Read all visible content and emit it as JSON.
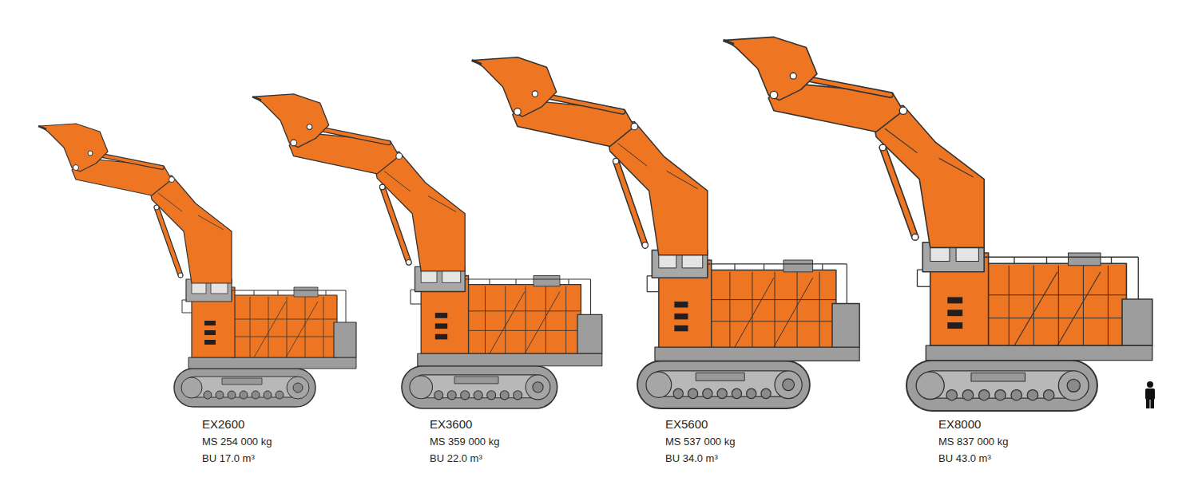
{
  "diagram": {
    "labels": [
      "EX2600",
      "MS 254 000 kg",
      "BU 17.0 m³",
      "EX3600",
      "MS 359 000 kg",
      "BU 22.0 m³",
      "EX5600",
      "MS 537 000 kg",
      "BU 34.0 m³",
      "EX8000",
      "MS 837 000 kg",
      "BU 43.0 m³"
    ]
  }
}
